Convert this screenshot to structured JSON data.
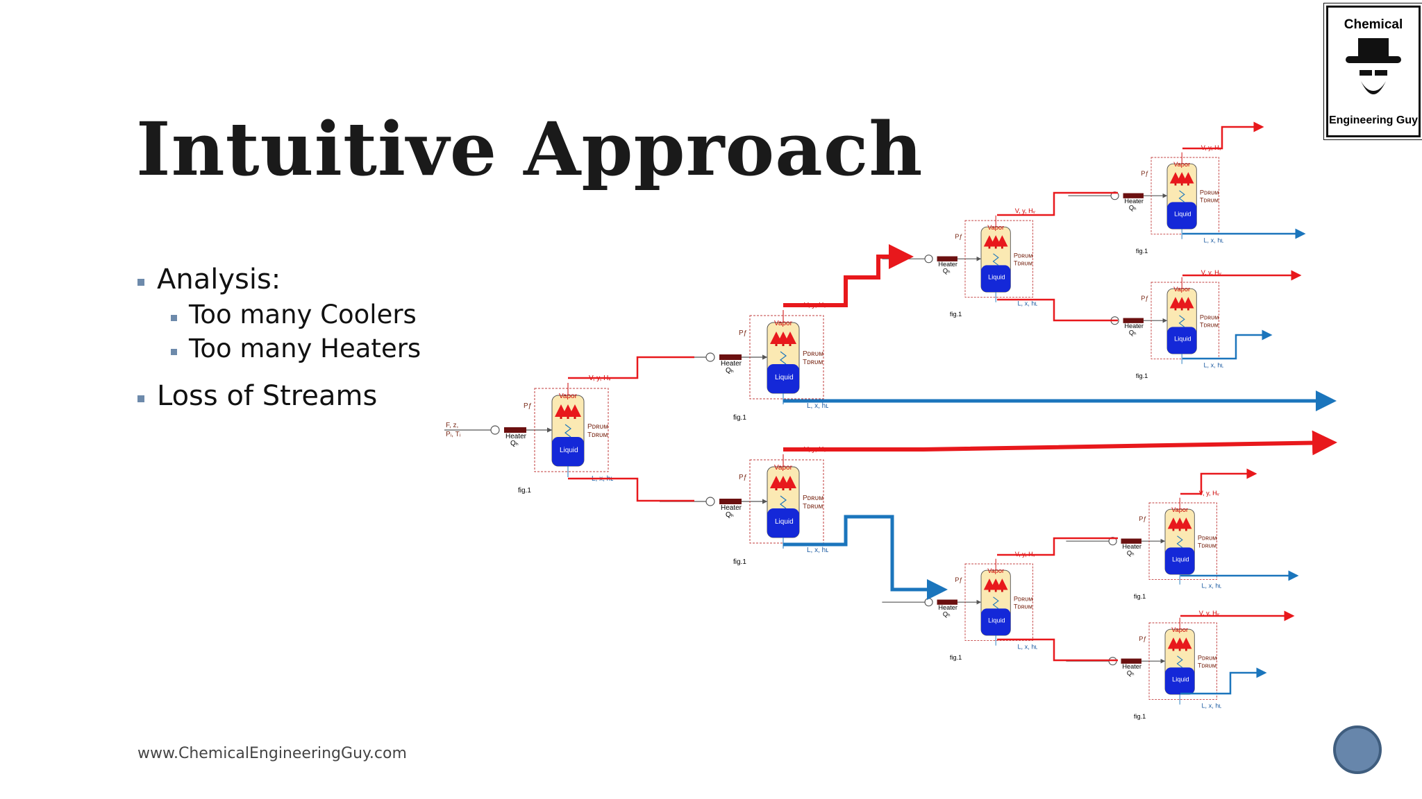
{
  "title": "Intuitive Approach",
  "bullets": [
    {
      "text": "Analysis:",
      "sub": [
        "Too many Coolers",
        "Too many Heaters"
      ]
    },
    {
      "text": "Loss of Streams",
      "sub": []
    }
  ],
  "footer_url": "www.ChemicalEngineeringGuy.com",
  "logo": {
    "top": "Chemical",
    "bottom": "Engineering Guy"
  },
  "diagram_labels": {
    "feed": "F, z,",
    "feed_props": "Pᵢ, Tᵢ",
    "heater": "Heater",
    "heat_duty": "Qₕ",
    "drum_feed": "Pƒ",
    "vapor": "Vapor",
    "liquid": "Liquid",
    "vapor_out": "V, y, Hᵥ",
    "liquid_out": "L, x, hʟ",
    "pdrum": "Pᴅʀᴜᴍ",
    "tdrum": "Tᴅʀᴜᴍ",
    "fig": "fig.1"
  },
  "colors": {
    "vapor": "#e8181c",
    "liquid": "#1b75bc",
    "drum_fill": "#fbe9b3",
    "liquid_fill": "#1428d8",
    "accent": "#6d8aab"
  }
}
